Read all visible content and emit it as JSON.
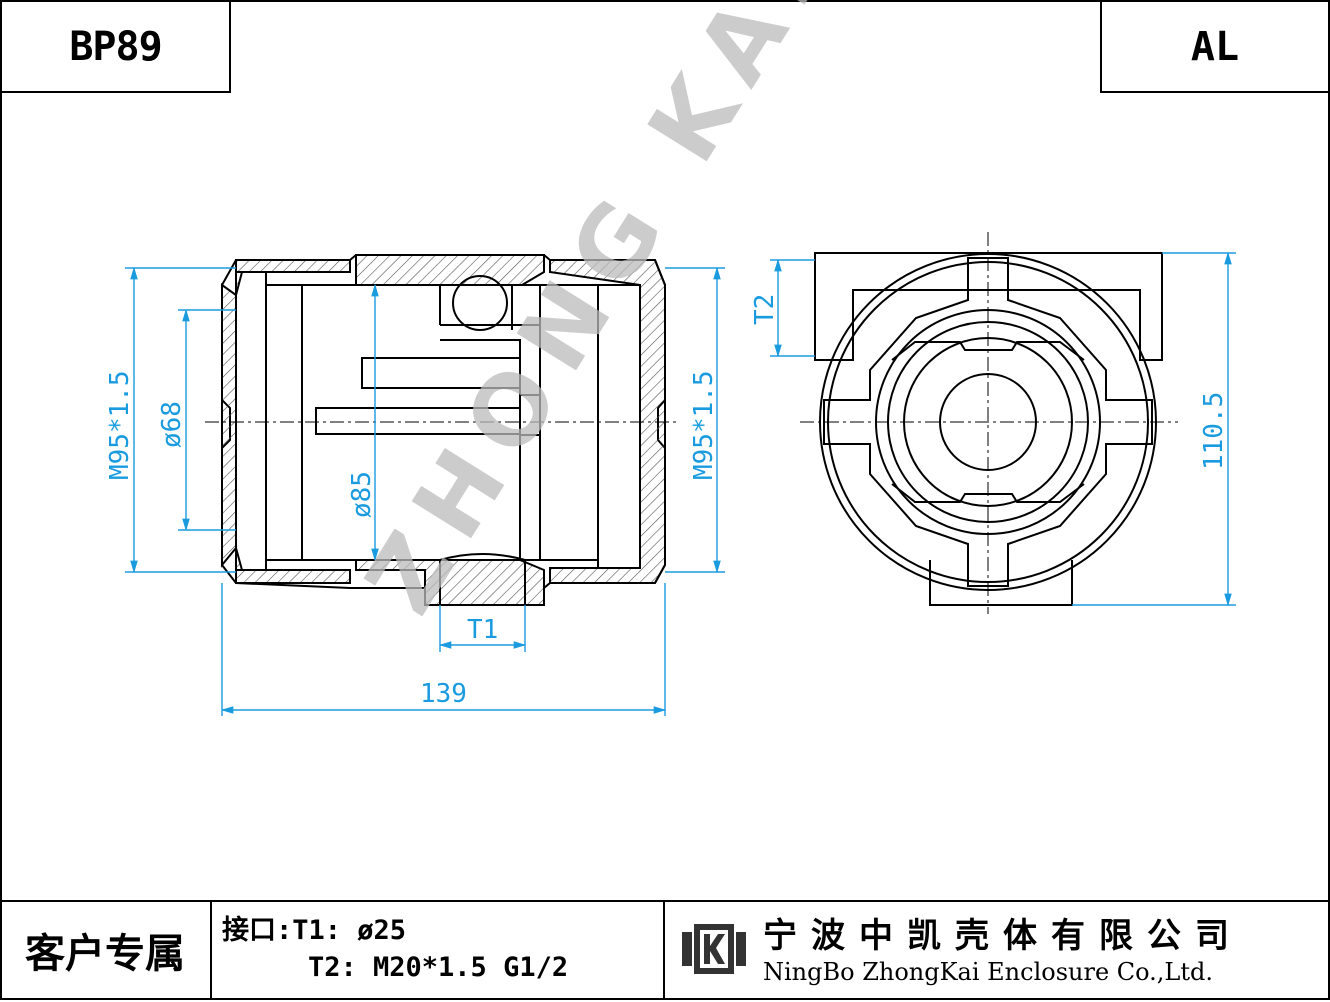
{
  "header": {
    "model": "BP89",
    "material": "AL"
  },
  "drawing": {
    "dimensions": {
      "left_thread": "M95*1.5",
      "right_thread": "M95*1.5",
      "bore": "ø68",
      "inner_dia": "ø85",
      "t1_label": "T1",
      "length": "139",
      "t2_label": "T2",
      "height": "110.5"
    },
    "watermark": "ZHONG KAI",
    "colors": {
      "dimension": "#1a9be0",
      "line": "#000000",
      "hatch": "#555555",
      "watermark": "#bbbbbb"
    }
  },
  "footer": {
    "customer_label": "客户专属",
    "ports_line1": "接口:T1: ø25",
    "ports_line2": "T2: M20*1.5 G1/2",
    "company_cn": "宁波中凯壳体有限公司",
    "company_en": "NingBo ZhongKai Enclosure Co.,Ltd."
  }
}
